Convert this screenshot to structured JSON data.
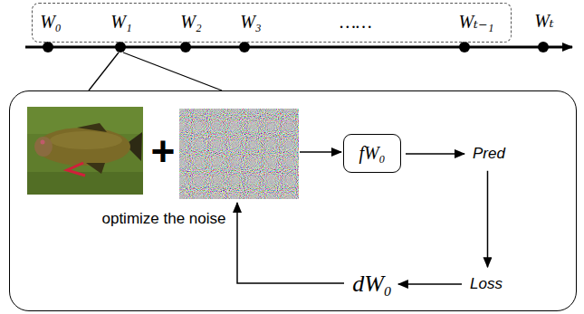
{
  "diagram": {
    "nodes": [
      {
        "text": [
          "W₀",
          "W₁",
          "W₂",
          "W₃",
          "……",
          "Wₜ₋₁"
        ]
      },
      {
        "text": [
          "optimize the noise"
        ]
      },
      {
        "text": [
          "fW₀"
        ],
        "in": 1
      },
      {
        "text": [
          "Pred"
        ],
        "in": 1
      },
      {
        "text": [
          "Loss"
        ],
        "in": 1
      },
      {
        "text": [
          "dW₀"
        ],
        "in": 1
      }
    ],
    "edges": [
      {
        "from": 2,
        "to": 3,
        "arrow": "to"
      },
      {
        "from": 3,
        "to": 4,
        "arrow": "to"
      },
      {
        "from": 4,
        "to": 5,
        "arrow": "to"
      }
    ],
    "labels": [
      "Wₜ",
      "+"
    ]
  }
}
